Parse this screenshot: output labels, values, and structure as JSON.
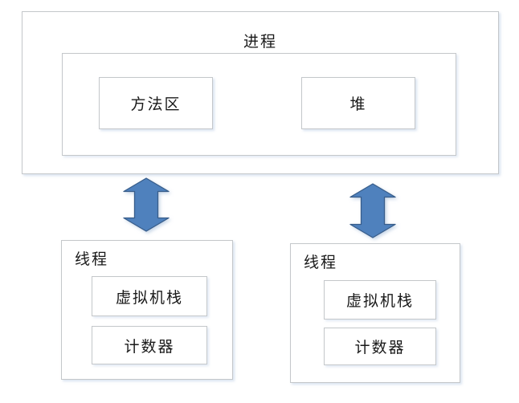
{
  "process": {
    "label": "进程",
    "method_area_label": "方法区",
    "heap_label": "堆"
  },
  "threads": [
    {
      "label": "线程",
      "vm_stack_label": "虚拟机栈",
      "counter_label": "计数器"
    },
    {
      "label": "线程",
      "vm_stack_label": "虚拟机栈",
      "counter_label": "计数器"
    }
  ],
  "colors": {
    "arrow_fill": "#4f81bd",
    "arrow_stroke": "#385d8a",
    "box_border": "#c4c7ca",
    "background": "#ffffff",
    "text": "#1a1a1a"
  }
}
